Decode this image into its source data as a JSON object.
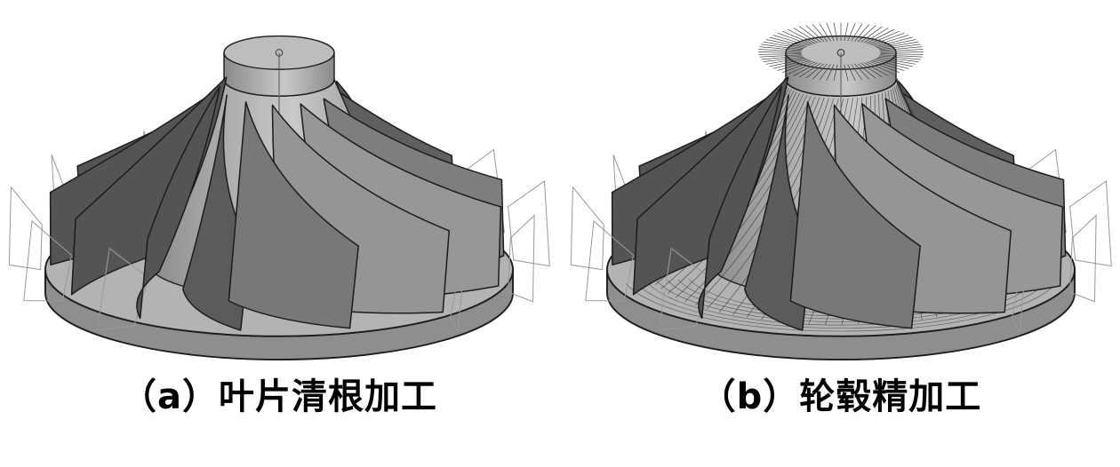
{
  "figure_group": {
    "figures": [
      {
        "caption": "（a）叶片清根加工",
        "content": "impeller-blade-root-cleanup-machining-render"
      },
      {
        "caption": "（b）轮毂精加工",
        "content": "impeller-hub-finish-machining-render"
      }
    ]
  },
  "colors": {
    "background": "#ffffff",
    "caption_text": "#000000",
    "outline": "#1c1c1c",
    "base_top": "#b3b3b3",
    "base_side": "#8e8e8e",
    "hub_light": "#c9c9c9",
    "hub_dark": "#8a8a8a",
    "hub_top": "#bdbdbd",
    "blade_dark": "#585858",
    "blade_light": "#9c9c9c",
    "toolpath": "#3a3a3a",
    "wire": "#9a9a9a"
  }
}
